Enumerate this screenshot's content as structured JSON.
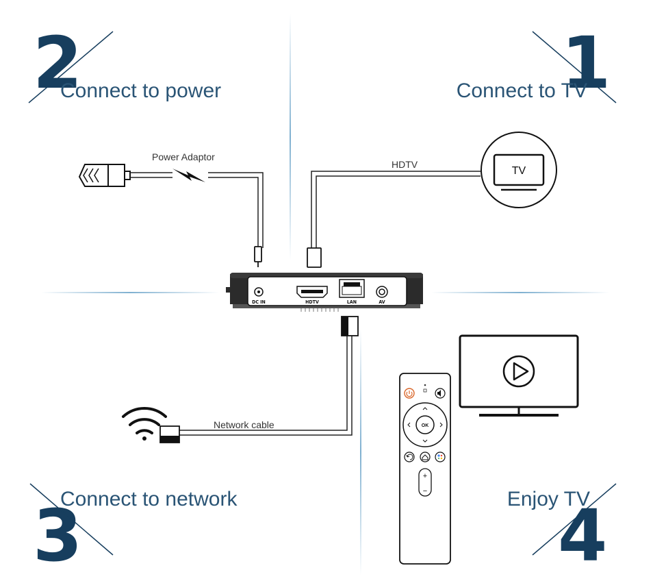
{
  "steps": [
    {
      "number": "1",
      "title": "Connect to TV"
    },
    {
      "number": "2",
      "title": "Connect to power"
    },
    {
      "number": "3",
      "title": "Connect to network"
    },
    {
      "number": "4",
      "title": "Enjoy TV"
    }
  ],
  "cable_labels": {
    "power": "Power Adaptor",
    "hdmi": "HDTV",
    "network": "Network cable"
  },
  "tv_label": "TV",
  "device_ports": [
    "DC IN",
    "HDTV",
    "LAN",
    "AV"
  ],
  "remote": {
    "ok_label": "OK",
    "vol_plus": "+",
    "vol_minus": "−"
  },
  "colors": {
    "number": "#173e5e",
    "title": "#2a5475",
    "divider": "#7fb0d0"
  }
}
